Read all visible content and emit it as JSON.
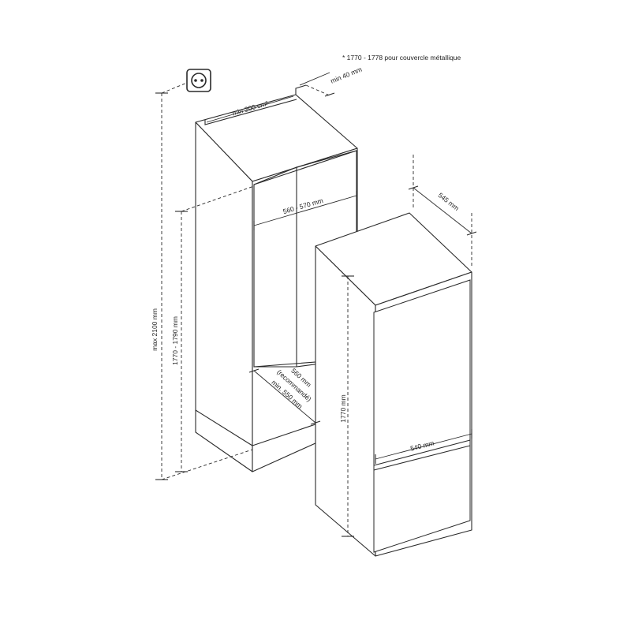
{
  "note": "* 1770 - 1778 pour couvercle métallique",
  "labels": {
    "min_40": "min 40 mm",
    "min_200": "min 200 cm²",
    "width_560_570": "560 - 570 mm",
    "max_2100": "max 2100 mm",
    "height_1770_1790": "1770 - 1790 mm",
    "depth_560": "560 mm",
    "recommande": "(recommandé)",
    "min_550": "min. 550 mm",
    "depth_545": "545 mm",
    "height_1770": "1770 mm",
    "width_540": "540 mm"
  },
  "icons": [
    "power-outlet-icon"
  ]
}
